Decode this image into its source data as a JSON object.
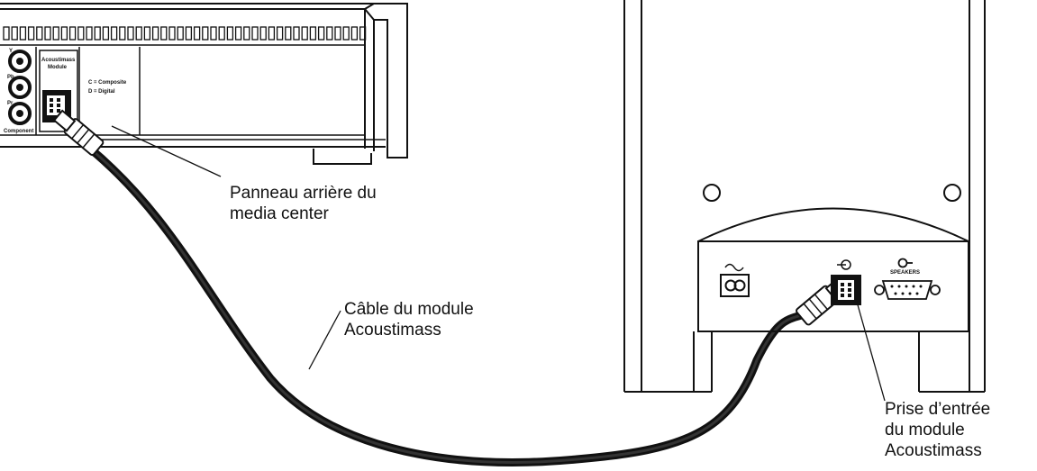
{
  "panel_labels": {
    "y": "Y",
    "pb": "Pb",
    "pr": "Pr",
    "component": "Component",
    "acoustimass_line1": "Acoustimass",
    "acoustimass_line2": "Module",
    "composite": "C = Composite",
    "digital": "D = Digital",
    "speakers": "SPEAKERS"
  },
  "callouts": {
    "rear_panel": {
      "line1": "Panneau arrière du",
      "line2": "media center"
    },
    "cable": {
      "line1": "Câble du module",
      "line2": "Acoustimass"
    },
    "input_jack": {
      "line1": "Prise d’entrée",
      "line2": "du module",
      "line3": "Acoustimass"
    }
  },
  "colors": {
    "line": "#111111",
    "background": "#ffffff",
    "cable": "#151515"
  }
}
